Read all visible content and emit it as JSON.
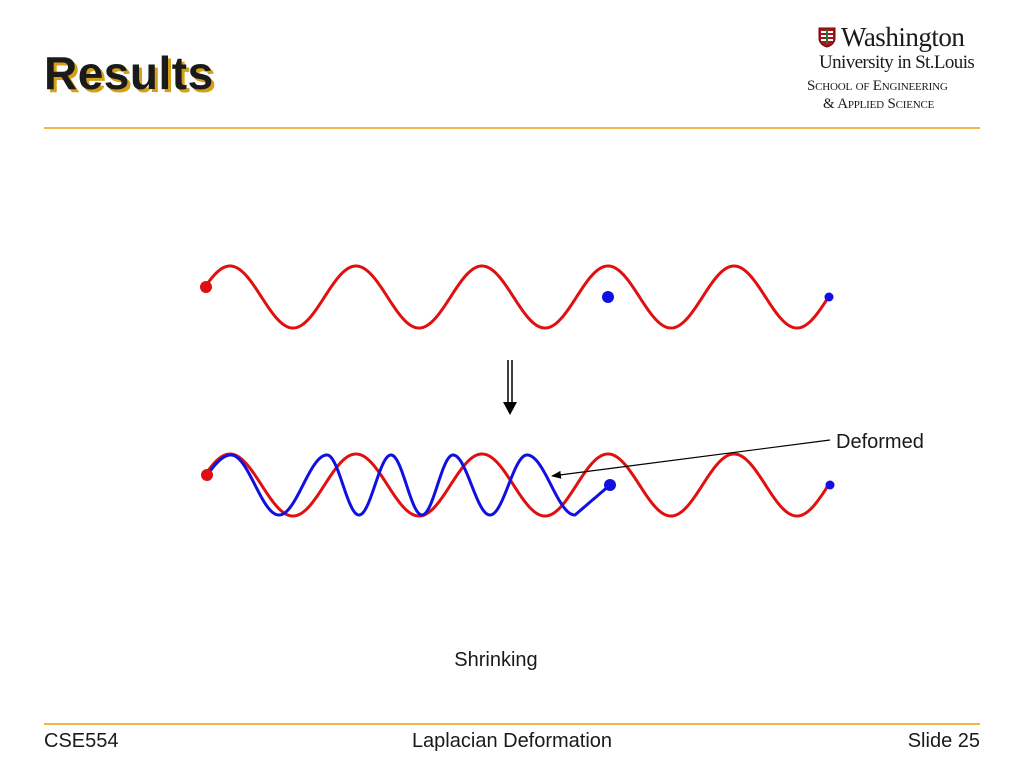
{
  "slide": {
    "title": "Results",
    "caption": "Shrinking",
    "annotation": "Deformed"
  },
  "logo": {
    "line1": "Washington",
    "line2": "University in St.Louis",
    "line3": "School of Engineering",
    "line4": "& Applied Science"
  },
  "footer": {
    "left": "CSE554",
    "center": "Laplacian Deformation",
    "right": "Slide 25"
  },
  "colors": {
    "original_curve": "#e01010",
    "deformed_curve": "#1010e0",
    "accent_rule": "#f0b64a",
    "title_shadow": "#d4a017"
  }
}
